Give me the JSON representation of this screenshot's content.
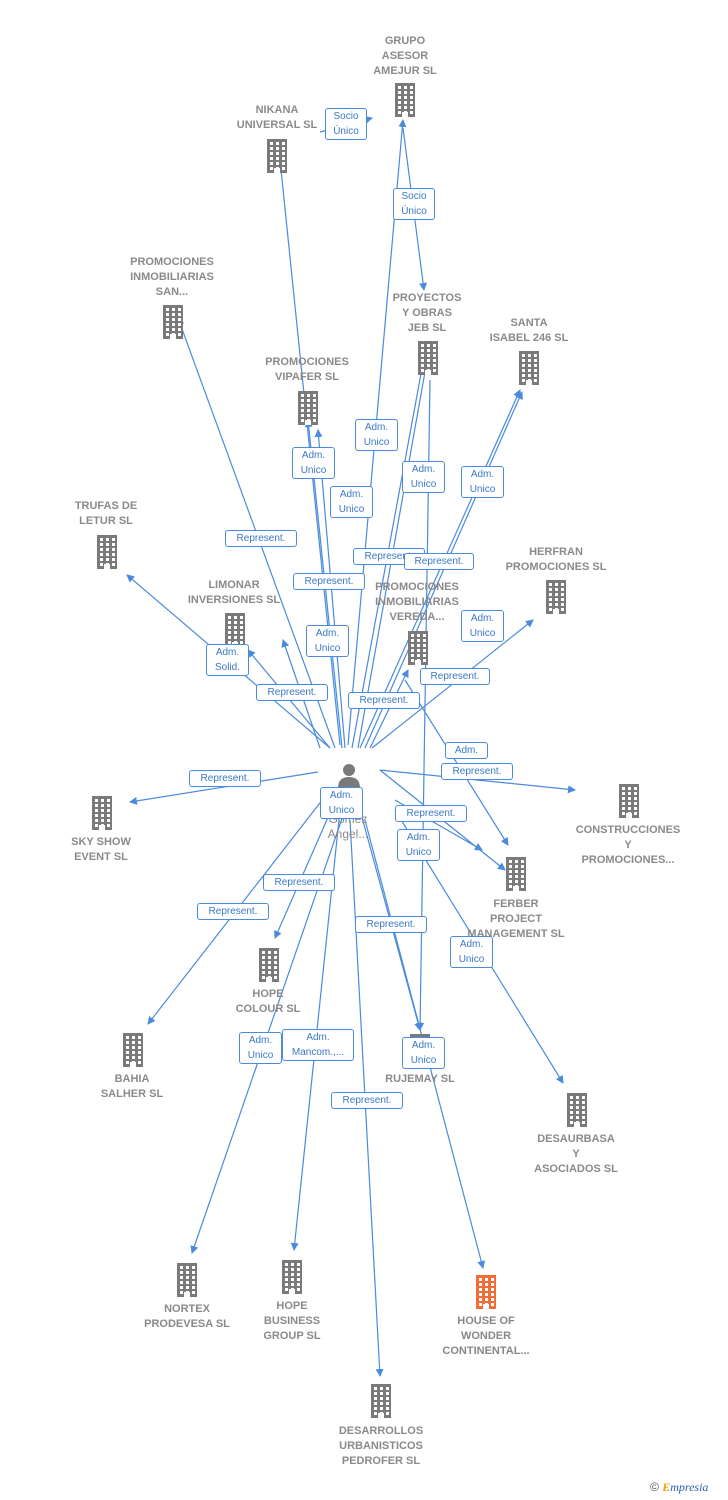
{
  "colors": {
    "edge": "#4a8bdc",
    "building": "#7a7a7a",
    "focus": "#f26c35",
    "label": "#8a8a8a"
  },
  "person": {
    "label": "Perez\nGomez\nAngel...",
    "icon": "person-icon"
  },
  "companies": [
    {
      "id": "grupo",
      "label": "GRUPO\nASESOR\nAMEJUR SL"
    },
    {
      "id": "nikana",
      "label": "NIKANA\nUNIVERSAL SL"
    },
    {
      "id": "promsan",
      "label": "PROMOCIONES\nINMOBILIARIAS\nSAN..."
    },
    {
      "id": "proyectos",
      "label": "PROYECTOS\nY OBRAS\nJEB SL"
    },
    {
      "id": "santa",
      "label": "SANTA\nISABEL 246 SL"
    },
    {
      "id": "vipafer",
      "label": "PROMOCIONES\nVIPAFER SL"
    },
    {
      "id": "trufas",
      "label": "TRUFAS DE\nLETUR SL"
    },
    {
      "id": "herfran",
      "label": "HERFRAN\nPROMOCIONES SL"
    },
    {
      "id": "limonar",
      "label": "LIMONAR\nINVERSIONES SL"
    },
    {
      "id": "vereda",
      "label": "PROMOCIONES\nINMOBILIARIAS\nVEREDA..."
    },
    {
      "id": "skyshow",
      "label": "SKY SHOW\nEVENT SL"
    },
    {
      "id": "construcciones",
      "label": "CONSTRUCCIONES\nY\nPROMOCIONES..."
    },
    {
      "id": "ferber",
      "label": "FERBER\nPROJECT\nMANAGEMENT SL"
    },
    {
      "id": "hopecolour",
      "label": "HOPE\nCOLOUR  SL"
    },
    {
      "id": "bahia",
      "label": "BAHIA\nSALHER SL"
    },
    {
      "id": "rujemay",
      "label": "RUJEMAY SL"
    },
    {
      "id": "desaurbasa",
      "label": "DESAURBASA\nY\nASOCIADOS SL"
    },
    {
      "id": "nortex",
      "label": "NORTEX\nPRODEVESA SL"
    },
    {
      "id": "hopebusiness",
      "label": "HOPE\nBUSINESS\nGROUP  SL"
    },
    {
      "id": "house",
      "label": "HOUSE OF\nWONDER\nCONTINENTAL..."
    },
    {
      "id": "desarrollos",
      "label": "DESARROLLOS\nURBANISTICOS\nPEDROFER SL"
    }
  ],
  "relations": [
    "Socio\nÚnico",
    "Socio\nÚnico",
    "Adm.\nUnico",
    "Adm.\nUnico",
    "Adm.\nUnico",
    "Adm.\nUnico",
    "Adm.\nUnico",
    "Represent.",
    "Represent.",
    "Represent.",
    "Represent.",
    "Adm.\nUnico",
    "Adm.\nUnico",
    "Adm.\nSolid.",
    "Represent.",
    "Represent.",
    "Represent.",
    "Adm.",
    "Represent.",
    "Represent.",
    "Adm.\nUnico",
    "Represent.",
    "Adm.\nUnico",
    "Represent.",
    "Represent.",
    "Represent.",
    "Adm.\nUnico",
    "Adm.\nUnico",
    "Adm.\nMancom.,...",
    "Adm.\nUnico",
    "Represent."
  ],
  "footer": {
    "copyright": "©",
    "brand_initial": "E",
    "brand_rest": "mpresia"
  }
}
